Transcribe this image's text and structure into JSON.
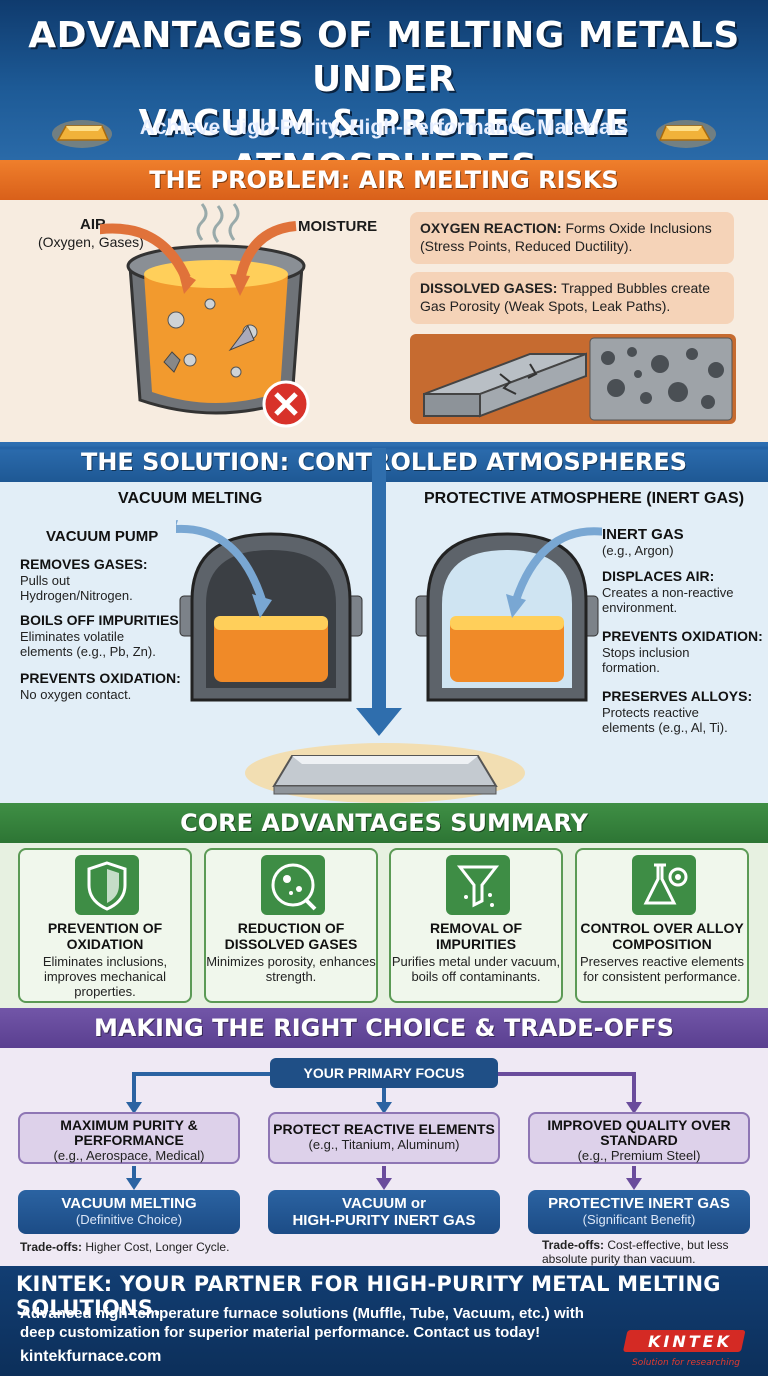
{
  "header": {
    "title_line1": "ADVANTAGES OF MELTING METALS UNDER",
    "title_line2": "VACUUM & PROTECTIVE ATMOSPHERES",
    "subtitle": "Achieve High-Purity, High-Performance Materials"
  },
  "problem": {
    "banner": "THE PROBLEM: AIR MELTING RISKS",
    "air_label": "AIR",
    "air_sub": "(Oxygen, Gases)",
    "moisture_label": "MOISTURE",
    "cards": [
      {
        "title": "OXYGEN REACTION:",
        "text": "Forms Oxide Inclusions (Stress Points, Reduced Ductility)."
      },
      {
        "title": "DISSOLVED GASES:",
        "text": "Trapped Bubbles create Gas Porosity (Weak Spots, Leak Paths)."
      }
    ]
  },
  "solution": {
    "banner": "THE SOLUTION: CONTROLLED ATMOSPHERES",
    "vacuum": {
      "title": "VACUUM MELTING",
      "pump_label": "VACUUM PUMP",
      "items": [
        {
          "title": "REMOVES GASES:",
          "text": "Pulls out Hydrogen/Nitrogen."
        },
        {
          "title": "BOILS OFF IMPURITIES:",
          "text": "Eliminates volatile elements (e.g., Pb, Zn)."
        },
        {
          "title": "PREVENTS OXIDATION:",
          "text": "No oxygen contact."
        }
      ]
    },
    "inert": {
      "title": "PROTECTIVE ATMOSPHERE (INERT GAS)",
      "gas_label": "INERT GAS",
      "gas_sub": "(e.g., Argon)",
      "items": [
        {
          "title": "DISPLACES AIR:",
          "text": "Creates a non-reactive environment."
        },
        {
          "title": "PREVENTS OXIDATION:",
          "text": "Stops inclusion formation."
        },
        {
          "title": "PRESERVES ALLOYS:",
          "text": "Protects reactive elements (e.g., Al, Ti)."
        }
      ]
    }
  },
  "core": {
    "banner": "CORE ADVANTAGES SUMMARY",
    "cards": [
      {
        "title": "PREVENTION OF OXIDATION",
        "text": "Eliminates inclusions, improves mechanical properties.",
        "icon": "shield-icon"
      },
      {
        "title": "REDUCTION OF DISSOLVED GASES",
        "text": "Minimizes porosity, enhances strength.",
        "icon": "bubbles-icon"
      },
      {
        "title": "REMOVAL OF IMPURITIES",
        "text": "Purifies metal under vacuum, boils off contaminants.",
        "icon": "funnel-icon"
      },
      {
        "title": "CONTROL OVER ALLOY COMPOSITION",
        "text": "Preserves reactive elements for consistent performance.",
        "icon": "flask-gear-icon"
      }
    ]
  },
  "choice": {
    "banner": "MAKING THE RIGHT CHOICE & TRADE-OFFS",
    "focus": "YOUR PRIMARY FOCUS",
    "options": [
      {
        "title": "MAXIMUM PURITY & PERFORMANCE",
        "sub": "(e.g., Aerospace, Medical)"
      },
      {
        "title": "PROTECT REACTIVE ELEMENTS",
        "sub": "(e.g., Titanium, Aluminum)"
      },
      {
        "title": "IMPROVED QUALITY OVER STANDARD",
        "sub": "(e.g., Premium Steel)"
      }
    ],
    "results": [
      {
        "title": "VACUUM MELTING",
        "sub": "(Definitive Choice)"
      },
      {
        "title": "VACUUM or",
        "sub": "HIGH-PURITY INERT GAS"
      },
      {
        "title": "PROTECTIVE INERT GAS",
        "sub": "(Significant Benefit)"
      }
    ],
    "tradeoff_label": "Trade-offs:",
    "tradeoffs": [
      "Higher Cost, Longer Cycle.",
      "Cost-effective, but less absolute purity than vacuum."
    ]
  },
  "footer": {
    "title": "KINTEK: YOUR PARTNER FOR HIGH-PURITY METAL MELTING SOLUTIONS.",
    "desc": "Advanced high-temperature furnace solutions (Muffle, Tube, Vacuum, etc.) with deep customization for superior material performance. Contact us today!",
    "url": "kintekfurnace.com",
    "logo_text": "KINTEK",
    "logo_tagline": "Solution for researching"
  },
  "colors": {
    "problem": "#e06a20",
    "solution": "#2563a6",
    "core": "#3a8a41",
    "choice": "#6a4c9c",
    "footer": "#123e73",
    "accent": "#f28c28"
  }
}
